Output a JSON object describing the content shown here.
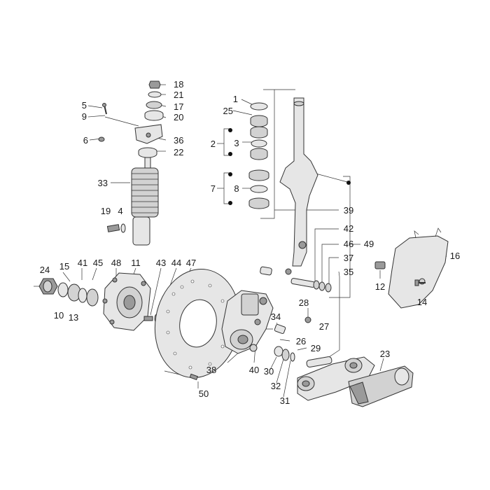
{
  "callouts": [
    "1",
    "2",
    "3",
    "4",
    "5",
    "6",
    "7",
    "8",
    "9",
    "10",
    "11",
    "12",
    "13",
    "14",
    "15",
    "16",
    "17",
    "18",
    "19",
    "20",
    "21",
    "22",
    "23",
    "24",
    "25",
    "26",
    "27",
    "28",
    "29",
    "30",
    "31",
    "32",
    "33",
    "34",
    "35",
    "36",
    "37",
    "38",
    "39",
    "40",
    "41",
    "42",
    "43",
    "44",
    "45",
    "46",
    "47",
    "48",
    "49",
    "50"
  ]
}
